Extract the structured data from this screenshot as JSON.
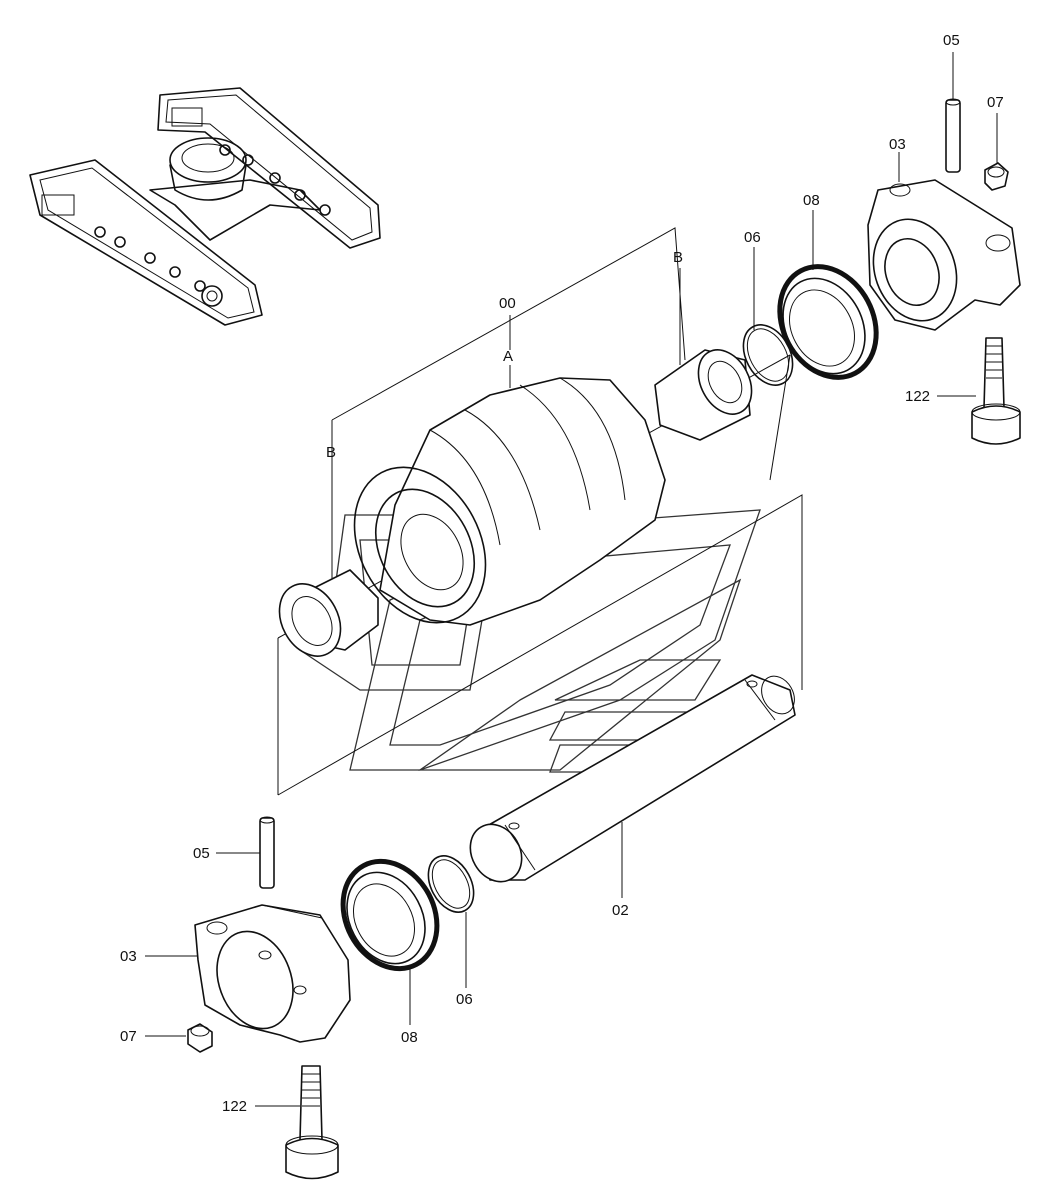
{
  "labels": {
    "top_05": "05",
    "top_07": "07",
    "top_03": "03",
    "top_08": "08",
    "top_06": "06",
    "top_b": "B",
    "top_00": "00",
    "top_a": "A",
    "left_b": "B",
    "top_122": "122",
    "bottom_05": "05",
    "bottom_03": "03",
    "bottom_07": "07",
    "bottom_08": "08",
    "bottom_06": "06",
    "bottom_02": "02",
    "bottom_122": "122"
  },
  "colors": {
    "ink": "#111111",
    "background": "#ffffff"
  }
}
